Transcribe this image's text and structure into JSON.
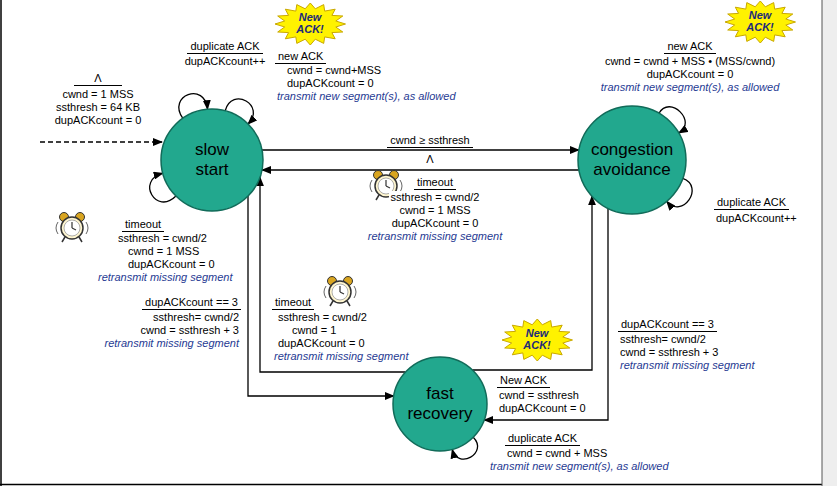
{
  "diagram": {
    "nodes": [
      {
        "text": [
          "New ACK!"
        ]
      },
      {
        "text": [
          "New ACK!"
        ]
      },
      {
        "text": [
          "slow start"
        ]
      },
      {
        "text": [
          "congestion avoidance"
        ]
      },
      {
        "text": [
          "New ACK!"
        ]
      },
      {
        "text": [
          "fast recovery"
        ]
      }
    ],
    "edges": [
      {
        "from": 2,
        "to": 2,
        "arrow": "to",
        "label": "duplicate ACK"
      },
      {
        "from": 2,
        "to": 2,
        "arrow": "to",
        "label": "new ACK"
      },
      {
        "from": 2,
        "to": 2,
        "arrow": "to",
        "label": "timeout"
      },
      {
        "from": 2,
        "to": 3,
        "arrow": "to",
        "label": "cwnd ≥ ssthresh"
      },
      {
        "from": 3,
        "to": 2,
        "arrow": "to",
        "label": "timeout"
      },
      {
        "from": 3,
        "to": 3,
        "arrow": "to",
        "label": "new ACK"
      },
      {
        "from": 3,
        "to": 3,
        "arrow": "to",
        "label": "duplicate ACK"
      },
      {
        "from": 5,
        "to": 2,
        "arrow": "to",
        "label": "timeout"
      },
      {
        "from": 2,
        "to": 5,
        "arrow": "to",
        "label": "dupACKcount == 3"
      },
      {
        "from": 5,
        "to": 3,
        "arrow": "to",
        "label": "New ACK"
      },
      {
        "from": 3,
        "to": 5,
        "arrow": "to",
        "label": "dupACKcount == 3"
      },
      {
        "from": 5,
        "to": 5,
        "arrow": "to",
        "label": "duplicate ACK"
      }
    ],
    "labels": [
      "Λ",
      "cwnd = 1 MSS",
      "ssthresh = 64 KB",
      "dupACKcount = 0",
      "dupACKcount++",
      "cwnd = cwnd+MSS",
      "dupACKcount = 0",
      "transmit new segment(s), as allowed",
      "ssthresh = cwnd/2",
      "cwnd = 1 MSS",
      "dupACKcount = 0",
      "retransmit missing segment",
      "Λ",
      "ssthresh = cwnd/2",
      "cwnd = 1 MSS",
      "dupACKcount = 0",
      "retransmit missing segment",
      "cwnd = cwnd + MSS • (MSS/cwnd)",
      "dupACKcount = 0",
      "transmit new segment(s), as allowed",
      "dupACKcount++",
      "ssthresh = cwnd/2",
      "cwnd = 1",
      "dupACKcount = 0",
      "retransmit missing segment",
      "ssthresh= cwnd/2",
      "cwnd = ssthresh + 3",
      "retransmit missing segment",
      "cwnd = ssthresh",
      "dupACKcount = 0",
      "ssthresh= cwnd/2",
      "cwnd = ssthresh + 3",
      "retransmit missing segment",
      "cwnd = cwnd + MSS",
      "transmit new segment(s), as allowed"
    ]
  }
}
